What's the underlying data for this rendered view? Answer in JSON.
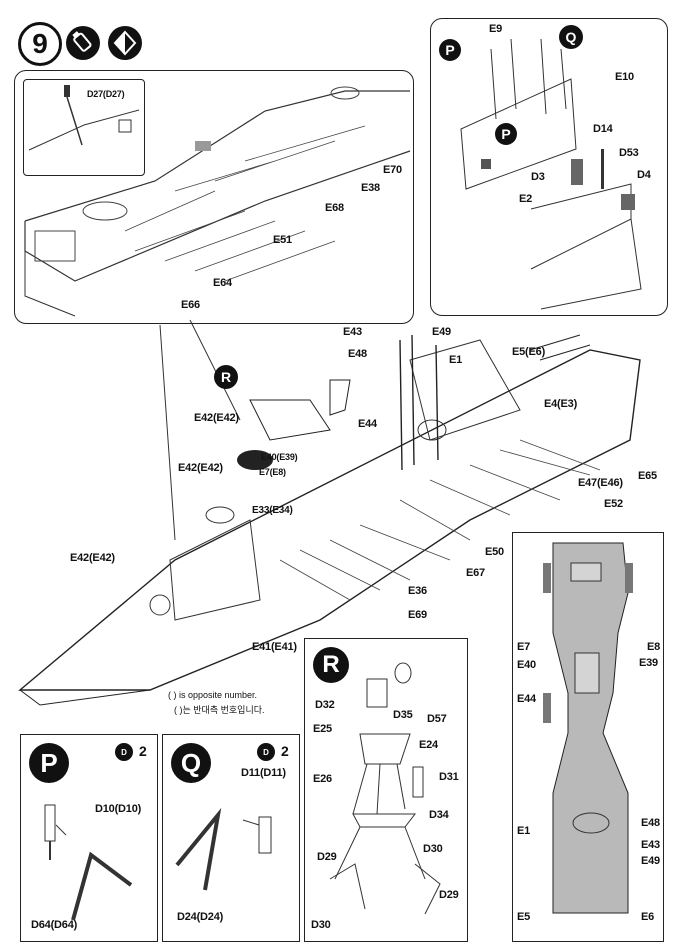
{
  "step": {
    "number": "9"
  },
  "icons": {
    "glue": "glue-icon",
    "paint": "paint-icon"
  },
  "legend": {
    "en": "( ) is opposite number.",
    "ko": "( )는 반대측 번호입니다."
  },
  "main_labels": {
    "e43": "E43",
    "e49": "E49",
    "e48": "E48",
    "e1": "E1",
    "e5e6": "E5(E6)",
    "e4e3": "E4(E3)",
    "e42a": "E42(E42)",
    "e42b": "E42(E42)",
    "e42c": "E42(E42)",
    "e44": "E44",
    "e40e39": "E40(E39)",
    "e7e8": "E7(E8)",
    "e33e34": "E33(E34)",
    "e65": "E65",
    "e47e46": "E47(E46)",
    "e52": "E52",
    "e50": "E50",
    "e67": "E67",
    "e36": "E36",
    "e69": "E69",
    "e41e41": "E41(E41)",
    "r": "R"
  },
  "inset_topleft": {
    "d27": "D27(D27)",
    "e70": "E70",
    "e38": "E38",
    "e68": "E68",
    "e51": "E51",
    "e64": "E64",
    "e66": "E66"
  },
  "inset_topright": {
    "e9": "E9",
    "e10": "E10",
    "d14": "D14",
    "d53": "D53",
    "d3": "D3",
    "d4": "D4",
    "e2": "E2",
    "p": "P",
    "q": "Q"
  },
  "inset_r": {
    "title": "R",
    "d32": "D32",
    "d35": "D35",
    "d57": "D57",
    "e25": "E25",
    "e24": "E24",
    "e26": "E26",
    "d31": "D31",
    "d34": "D34",
    "d29a": "D29",
    "d30a": "D30",
    "d29b": "D29",
    "d30b": "D30"
  },
  "inset_p": {
    "title": "P",
    "qty": "2",
    "d10": "D10(D10)",
    "d64": "D64(D64)"
  },
  "inset_q": {
    "title": "Q",
    "qty": "2",
    "d11": "D11(D11)",
    "d24": "D24(D24)"
  },
  "deck_plan": {
    "e7": "E7",
    "e8": "E8",
    "e40": "E40",
    "e39": "E39",
    "e44": "E44",
    "e1": "E1",
    "e48": "E48",
    "e43": "E43",
    "e49": "E49",
    "e5": "E5",
    "e6": "E6"
  }
}
